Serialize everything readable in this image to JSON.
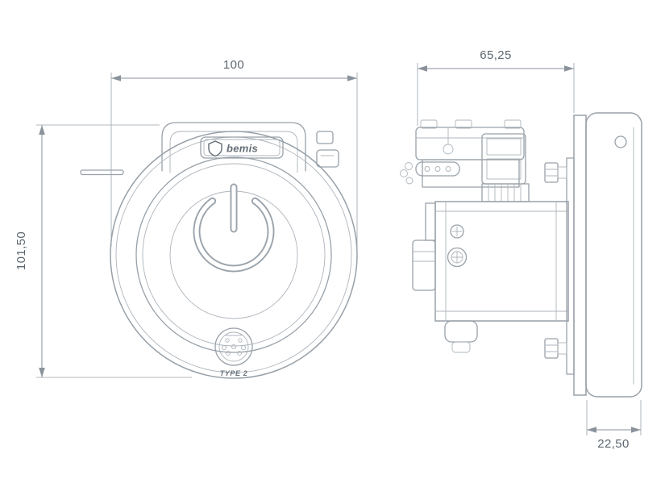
{
  "drawing": {
    "type": "technical-dimension-drawing",
    "views": [
      "front-view",
      "side-view"
    ],
    "brand": "bemis",
    "socket_label": "TYPE 2",
    "dimensions": {
      "width": "100",
      "height": "101,50",
      "depth_top": "65,25",
      "depth_bottom": "22,50"
    },
    "colors": {
      "background": "#ffffff",
      "line_main": "#98a1a9",
      "line_light": "#aeb5bc",
      "dimension_line": "#8a929b",
      "dimension_text": "#5d6770",
      "brand_text": "#636c75"
    }
  }
}
